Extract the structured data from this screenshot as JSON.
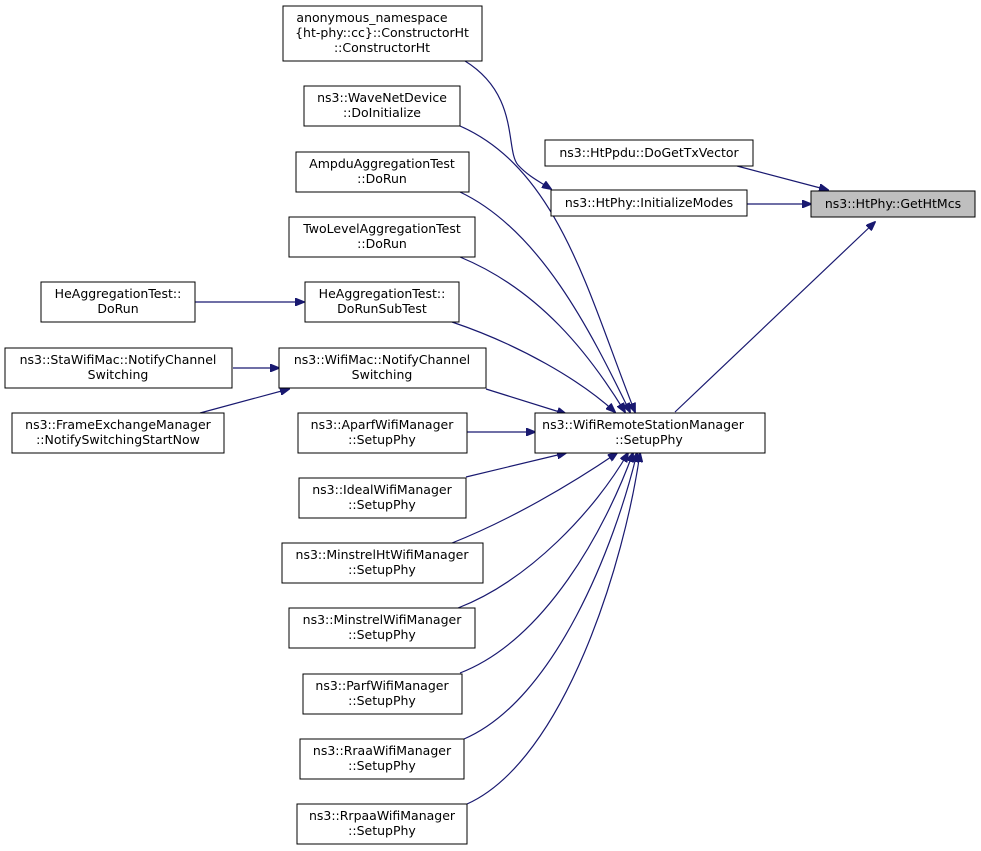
{
  "graph": {
    "colors": {
      "edge": "#191970",
      "node_border": "#000000",
      "focus_fill": "#bfbfbf",
      "background": "#ffffff"
    },
    "nodes": {
      "gethtmcs": {
        "lines": [
          "ns3::HtPhy::GetHtMcs"
        ],
        "highlight": true
      },
      "dogettxvector": {
        "lines": [
          "ns3::HtPpdu::DoGetTxVector"
        ]
      },
      "initializemodes": {
        "lines": [
          "ns3::HtPhy::InitializeModes"
        ]
      },
      "constructorht": {
        "lines": [
          "anonymous_namespace",
          "{ht-phy::cc}::ConstructorHt",
          "::ConstructorHt"
        ]
      },
      "wrsm_setupphy": {
        "lines": [
          "ns3::WifiRemoteStationManager",
          "::SetupPhy"
        ]
      },
      "wavenetdevice": {
        "lines": [
          "ns3::WaveNetDevice",
          "::DoInitialize"
        ]
      },
      "ampdu": {
        "lines": [
          "AmpduAggregationTest",
          "::DoRun"
        ]
      },
      "twolevel": {
        "lines": [
          "TwoLevelAggregationTest",
          "::DoRun"
        ]
      },
      "he_subtest": {
        "lines": [
          "HeAggregationTest::",
          "DoRunSubTest"
        ]
      },
      "he_dorun": {
        "lines": [
          "HeAggregationTest::",
          "DoRun"
        ]
      },
      "wifimac_notify": {
        "lines": [
          "ns3::WifiMac::NotifyChannel",
          "Switching"
        ]
      },
      "sta_notify": {
        "lines": [
          "ns3::StaWifiMac::NotifyChannel",
          "Switching"
        ]
      },
      "fem_notify": {
        "lines": [
          "ns3::FrameExchangeManager",
          "::NotifySwitchingStartNow"
        ]
      },
      "aparf": {
        "lines": [
          "ns3::AparfWifiManager",
          "::SetupPhy"
        ]
      },
      "ideal": {
        "lines": [
          "ns3::IdealWifiManager",
          "::SetupPhy"
        ]
      },
      "minstrelht": {
        "lines": [
          "ns3::MinstrelHtWifiManager",
          "::SetupPhy"
        ]
      },
      "minstrel": {
        "lines": [
          "ns3::MinstrelWifiManager",
          "::SetupPhy"
        ]
      },
      "parf": {
        "lines": [
          "ns3::ParfWifiManager",
          "::SetupPhy"
        ]
      },
      "rraa": {
        "lines": [
          "ns3::RraaWifiManager",
          "::SetupPhy"
        ]
      },
      "rrpaa": {
        "lines": [
          "ns3::RrpaaWifiManager",
          "::SetupPhy"
        ]
      }
    }
  }
}
